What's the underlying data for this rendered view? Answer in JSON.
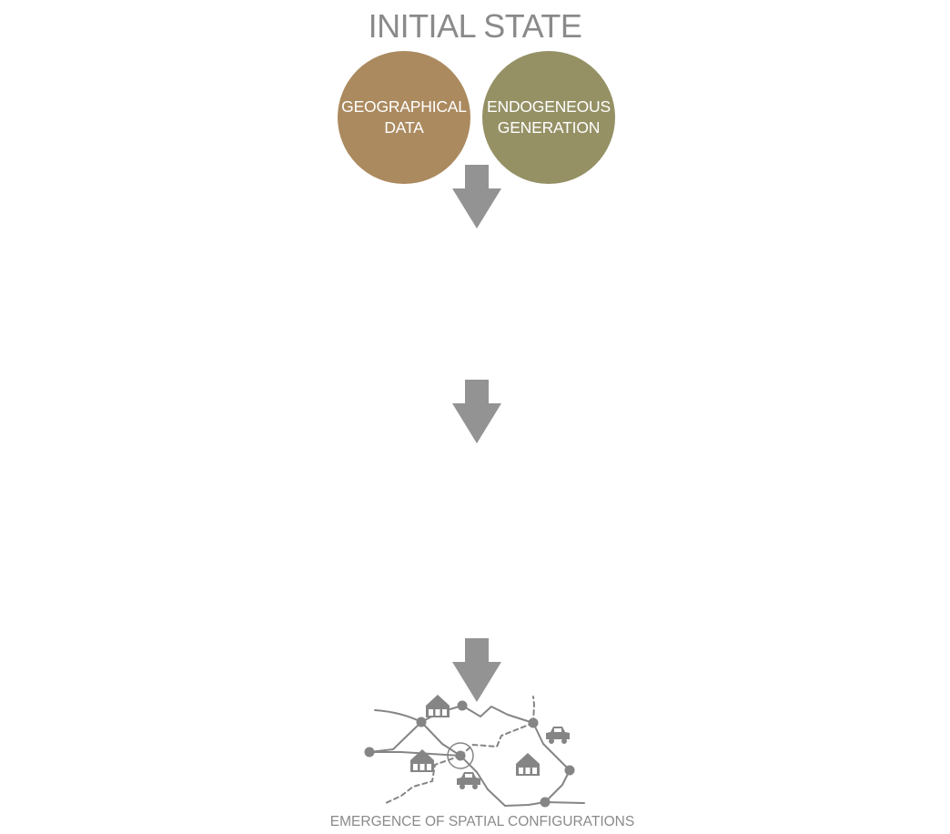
{
  "title": "INITIAL STATE",
  "circles": [
    {
      "label": "GEOGRAPHICAL\nDATA",
      "color": "#ab8a5f"
    },
    {
      "label": "ENDOGENEOUS\nGENERATION",
      "color": "#959165"
    }
  ],
  "caption": "EMERGENCE OF SPATIAL CONFIGURATIONS",
  "colors": {
    "text": "#8a8a8a",
    "arrow": "#939393",
    "network": "#858585"
  },
  "illustration_icons": [
    "house-icon",
    "house-icon",
    "house-icon",
    "car-icon",
    "car-icon"
  ]
}
